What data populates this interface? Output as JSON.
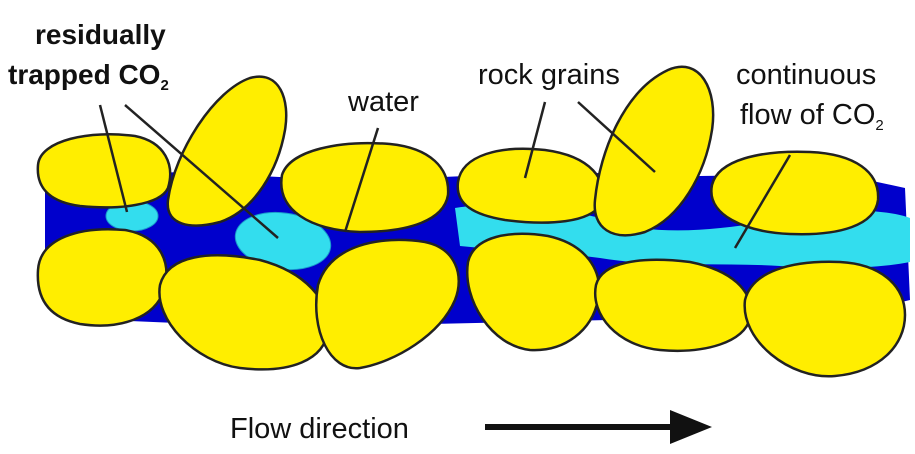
{
  "labels": {
    "residual_line1": "residually",
    "residual_line2": "trapped CO",
    "residual_subscript": "2",
    "water": "water",
    "rock_grains": "rock grains",
    "continuous_line1": "continuous",
    "continuous_line2": "flow of CO",
    "continuous_subscript": "2",
    "flow_direction": "Flow direction"
  },
  "colors": {
    "water": "#0000cc",
    "co2": "#33ddee",
    "grain_fill": "#ffee00",
    "grain_outline": "#222222",
    "text": "#111111",
    "background": "#ffffff"
  }
}
